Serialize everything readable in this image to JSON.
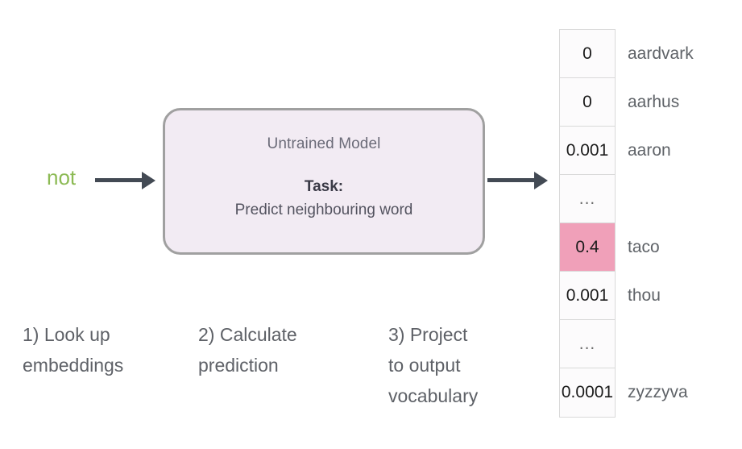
{
  "diagram": {
    "background_color": "#ffffff",
    "input": {
      "word": "not",
      "color": "#8cba54"
    },
    "arrows": {
      "input_arrow_name": "input-arrow",
      "output_arrow_name": "output-arrow",
      "color": "#434a54"
    },
    "model_box": {
      "title": "Untrained Model",
      "task_label": "Task:",
      "task_text": "Predict neighbouring word",
      "fill_color": "#f2ebf3",
      "border_color": "#a0a0a0"
    },
    "captions": [
      {
        "id": "look-up-embeddings",
        "text": "1) Look up\nembeddings"
      },
      {
        "id": "calculate-prediction",
        "text": "2) Calculate\nprediction"
      },
      {
        "id": "project-to-output-vocabulary",
        "text": "3) Project\nto output\nvocabulary"
      }
    ],
    "vocabulary_table": {
      "highlight_color": "#f0a0b9",
      "cell_color": "#fcfbfc",
      "border_color": "#d9d9d9",
      "rows": [
        {
          "probability": "0",
          "word": "aardvark",
          "highlight": false,
          "ellipsis": false
        },
        {
          "probability": "0",
          "word": "aarhus",
          "highlight": false,
          "ellipsis": false
        },
        {
          "probability": "0.001",
          "word": "aaron",
          "highlight": false,
          "ellipsis": false
        },
        {
          "probability": "...",
          "word": "",
          "highlight": false,
          "ellipsis": true
        },
        {
          "probability": "0.4",
          "word": "taco",
          "highlight": true,
          "ellipsis": false
        },
        {
          "probability": "0.001",
          "word": "thou",
          "highlight": false,
          "ellipsis": false
        },
        {
          "probability": "...",
          "word": "",
          "highlight": false,
          "ellipsis": true
        },
        {
          "probability": "0.0001",
          "word": "zyzzyva",
          "highlight": false,
          "ellipsis": false
        }
      ]
    }
  }
}
